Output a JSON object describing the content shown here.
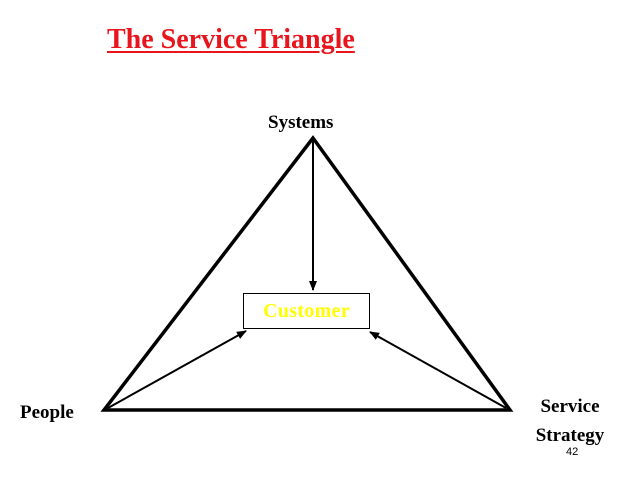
{
  "title": "The Service Triangle",
  "nodes": {
    "top": "Systems",
    "bottom_left": "People",
    "bottom_right_line1": "Service",
    "bottom_right_line2": "Strategy",
    "center": "Customer"
  },
  "page_number": "42",
  "colors": {
    "title": "#e8151d",
    "center_text": "#ffff00",
    "lines": "#000000",
    "background": "#ffffff"
  }
}
